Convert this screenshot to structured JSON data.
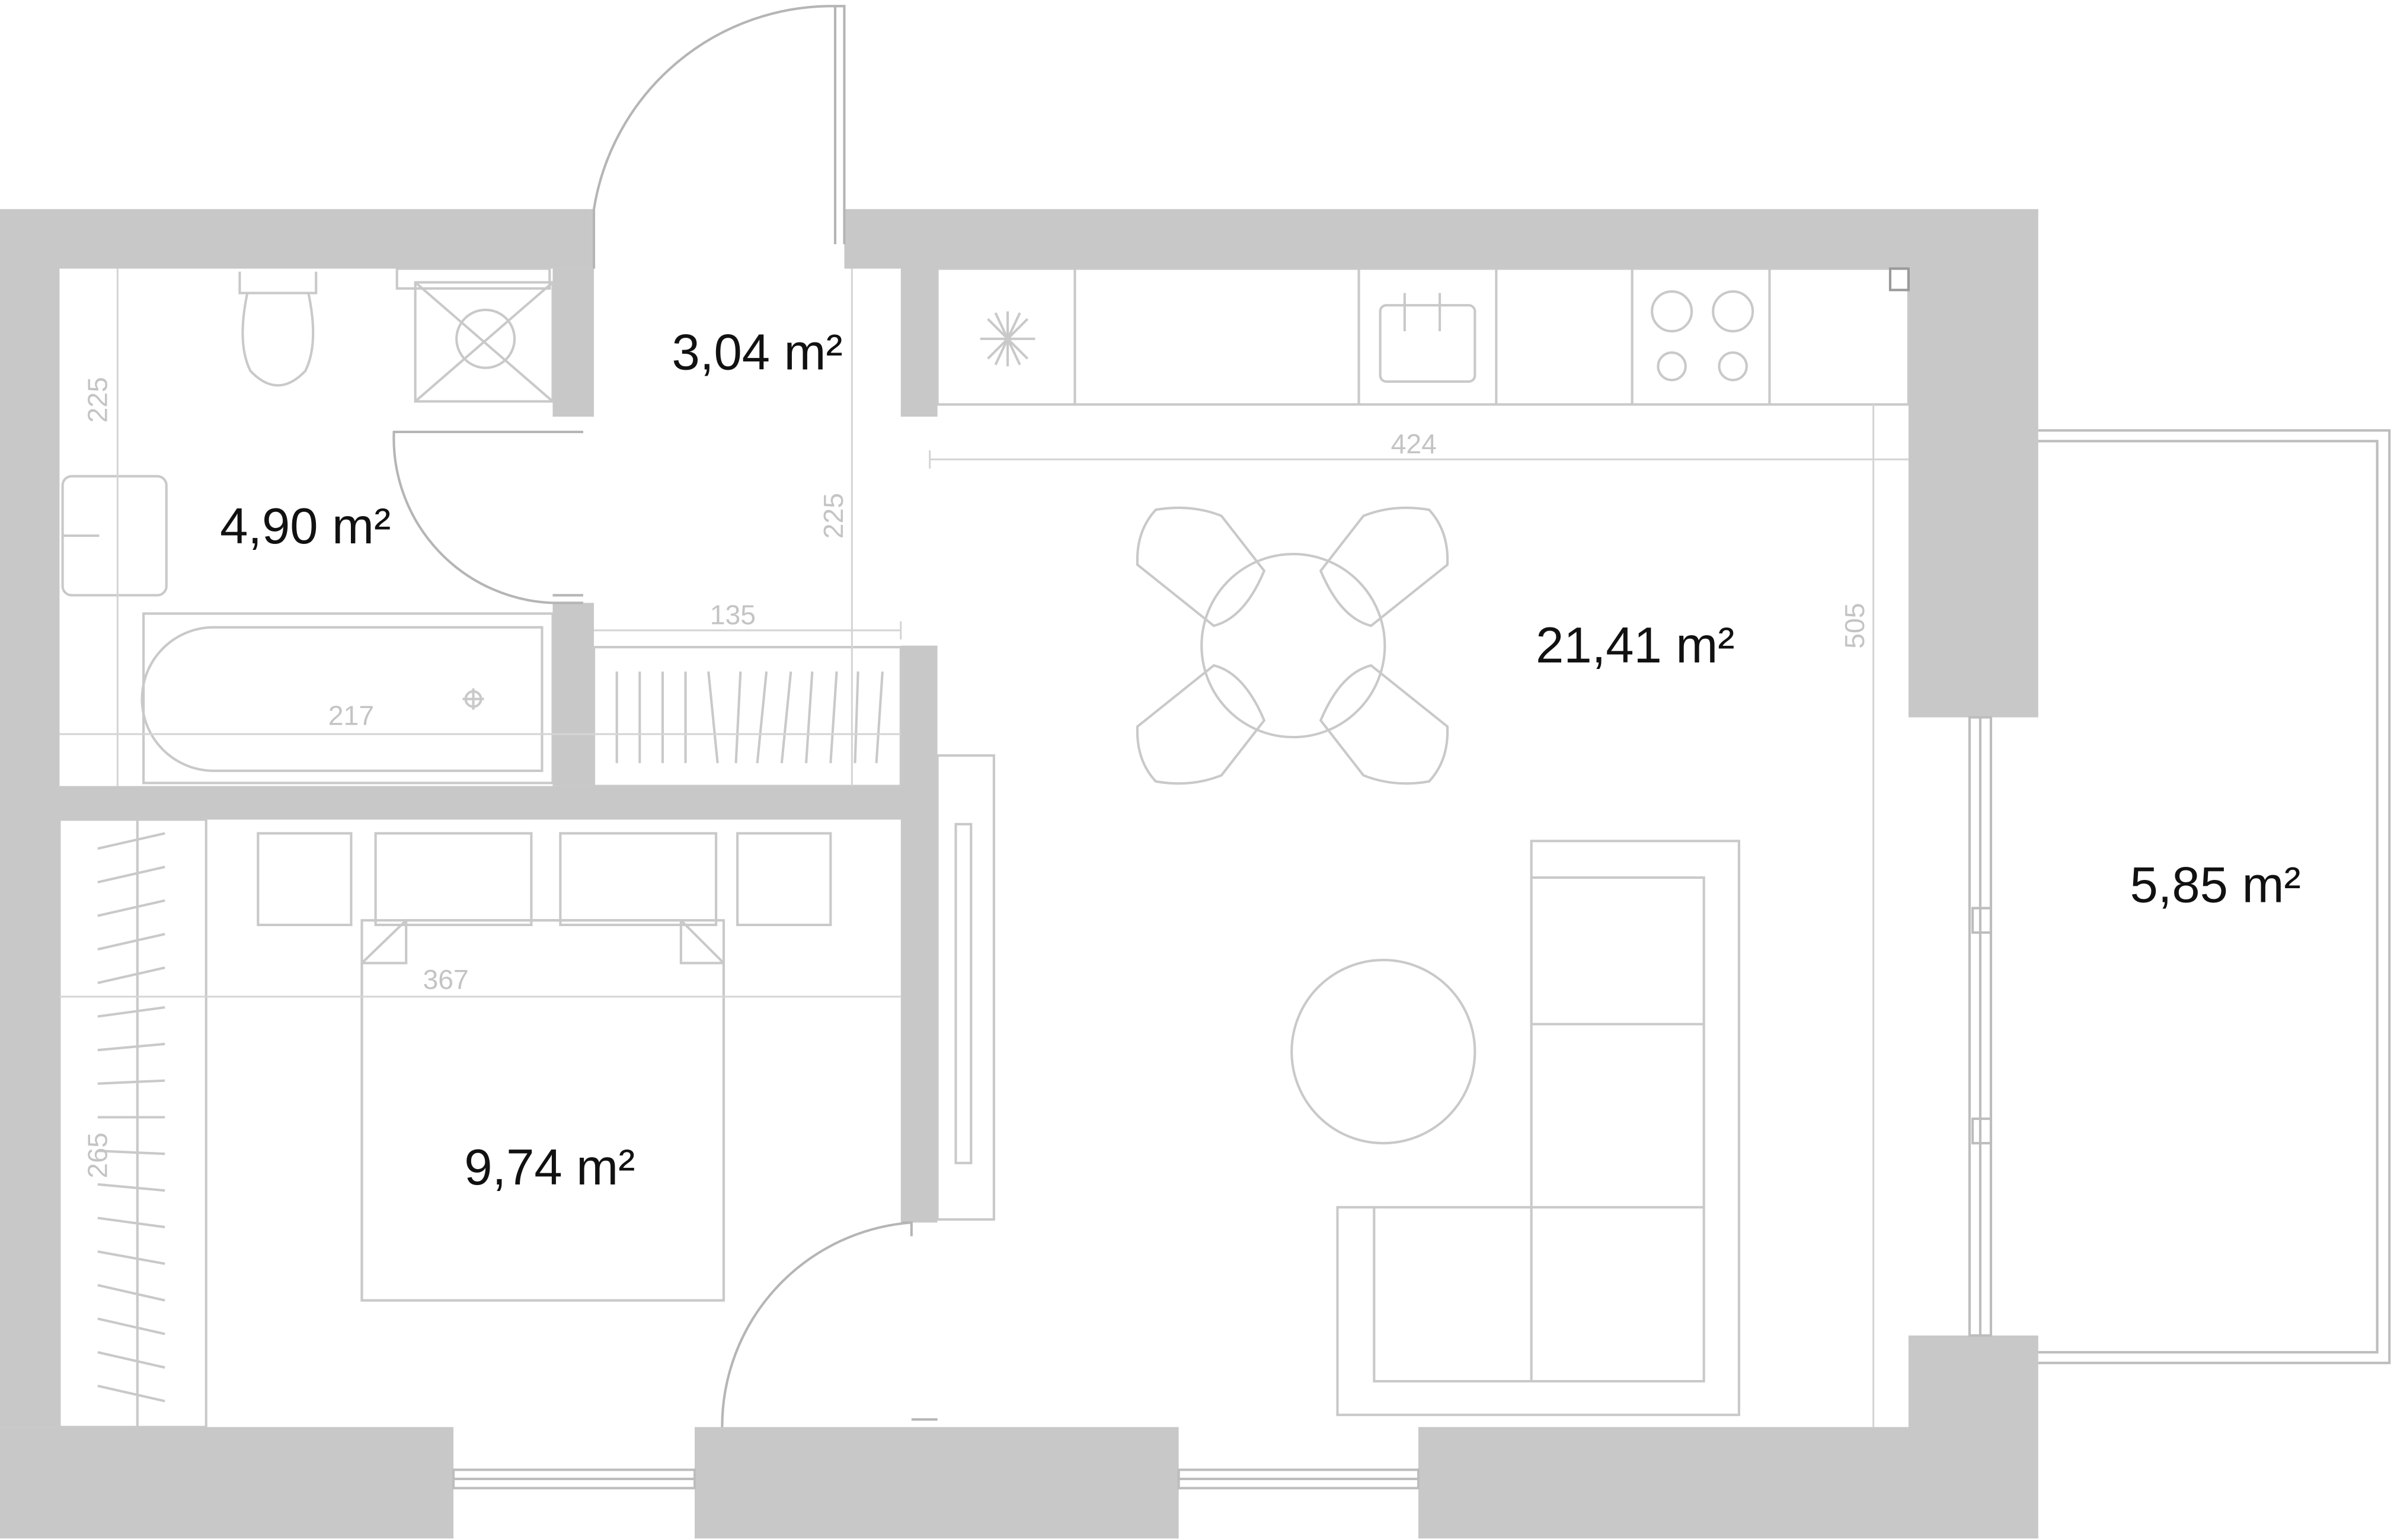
{
  "colors": {
    "wall": "#c8c8c8",
    "furniture": "#c9c9c9",
    "label": "#111111",
    "dimension": "#c4c4c4"
  },
  "rooms": {
    "hall": {
      "area": "3,04 m²"
    },
    "bathroom": {
      "area": "4,90 m²"
    },
    "living": {
      "area": "21,41 m²"
    },
    "bedroom": {
      "area": "9,74 m²"
    },
    "balcony": {
      "area": "5,85 m²"
    }
  },
  "dimensions": {
    "bath_height": "225",
    "hall_height": "225",
    "kitchen_width": "424",
    "wardrobe_width": "135",
    "bath_width": "217",
    "living_height": "505",
    "bedroom_width": "367",
    "bedroom_height": "265"
  }
}
